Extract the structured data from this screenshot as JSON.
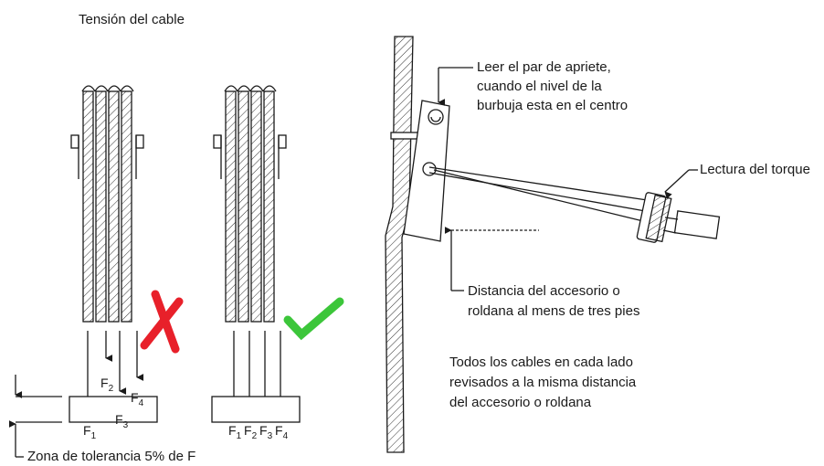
{
  "title": "Tensión del cable",
  "tolerance_label": "Zona de tolerancia 5% de F",
  "torque_read_note": [
    "Leer el par de apriete,",
    "cuando el nivel de la",
    "burbuja esta en el centro"
  ],
  "torque_reading_label": "Lectura del torque",
  "distance_note": [
    "Distancia del accesorio o",
    "roldana al mens de tres pies"
  ],
  "cables_note": [
    "Todos los cables en cada lado",
    "revisados a la misma distancia",
    "del accesorio o roldana"
  ],
  "force_labels": {
    "main": "F",
    "wrong_subscripts": [
      "1",
      "2",
      "3",
      "4"
    ],
    "right_subscripts": [
      "1",
      "2",
      "3",
      "4"
    ]
  },
  "marks": {
    "wrong": {
      "symbol": "x-mark",
      "color": "#e8202a"
    },
    "right": {
      "symbol": "check-mark",
      "color": "#3cc63a"
    }
  },
  "colors": {
    "line": "#1a1a1a",
    "hatch": "#333333"
  }
}
